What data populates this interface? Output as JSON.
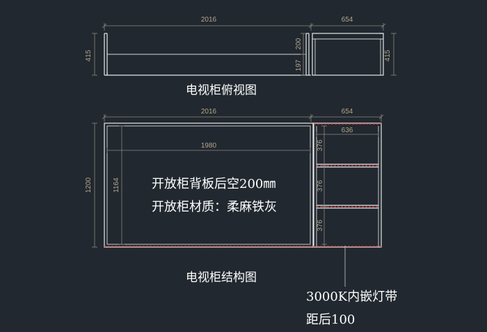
{
  "plan_view": {
    "title": "电视柜俯视图",
    "dim_top_left": "2016",
    "dim_top_right": "654",
    "dim_left_height": "415",
    "dim_right_height": "415",
    "dim_mid_upper": "200",
    "dim_mid_lower": "197"
  },
  "structure_view": {
    "title": "电视柜结构图",
    "dim_top_left": "2016",
    "dim_top_right": "654",
    "dim_inner_right_width": "636",
    "dim_inner_width": "1980",
    "dim_outer_height": "1200",
    "dim_inner_height": "1164",
    "dim_shelf_1": "376",
    "dim_shelf_2": "376",
    "dim_shelf_3": "376",
    "note_line_1": "开放柜背板后空200㎜",
    "note_line_2": "开放柜材质：柔麻铁灰"
  },
  "callout": {
    "line_1": "3000K内嵌灯带",
    "line_2": "距后100"
  },
  "colors": {
    "background": "#212830",
    "dimension_text": "#b3a58a",
    "led_strip": "#d23a3a"
  }
}
